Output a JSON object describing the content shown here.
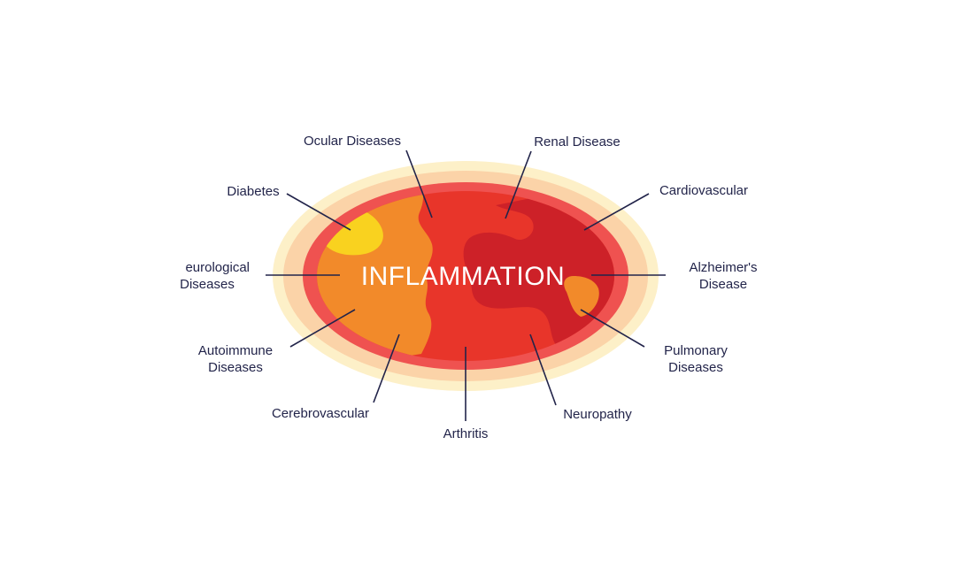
{
  "diagram": {
    "center_label": "INFLAMMATION",
    "labels": {
      "ocular": "Ocular Diseases",
      "renal": "Renal Disease",
      "diabetes": "Diabetes",
      "cardiovascular": "Cardiovascular",
      "neurological_line1": "eurological",
      "neurological_line2": "Diseases",
      "alzheimers_line1": "Alzheimer's",
      "alzheimers_line2": "Disease",
      "autoimmune_line1": "Autoimmune",
      "autoimmune_line2": "Diseases",
      "pulmonary_line1": "Pulmonary",
      "pulmonary_line2": "Diseases",
      "cerebrovascular": "Cerebrovascular",
      "neuropathy": "Neuropathy",
      "arthritis": "Arthritis"
    }
  },
  "colors": {
    "outer_glow": "#fdf0c8",
    "outer_ring": "#fbd3a8",
    "red_ring": "#ef5250",
    "core": "#e8352a",
    "dark_patch": "#cd2128",
    "orange_patch": "#f28a2a",
    "yellow_patch": "#f9d21f",
    "text": "#22244a"
  }
}
